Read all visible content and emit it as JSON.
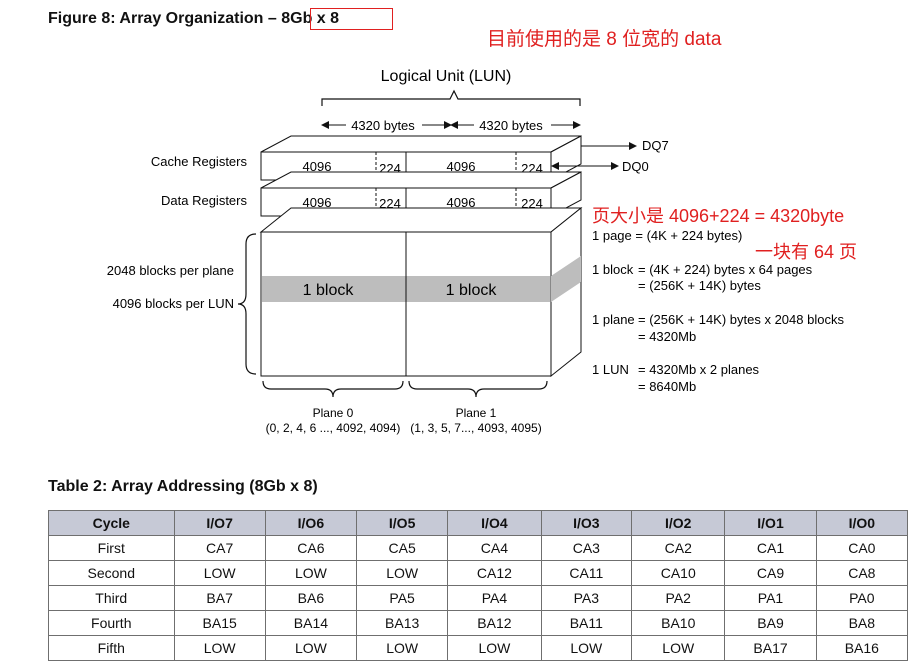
{
  "figure": {
    "title": "Figure 8: Array Organization – ",
    "title_highlight": "8Gb x 8",
    "lun_label": "Logical Unit (LUN)",
    "bytes_left": "4320 bytes",
    "bytes_right": "4320 bytes",
    "dq7": "DQ7",
    "dq0": "DQ0",
    "cache_registers": "Cache Registers",
    "data_registers": "Data Registers",
    "cell_main": "4096",
    "cell_spare": "224",
    "blocks_per_plane": "2048 blocks per plane",
    "blocks_per_lun": "4096 blocks per LUN",
    "block_label": "1 block",
    "plane0_name": "Plane 0",
    "plane0_blocks": "(0, 2, 4, 6 ..., 4092, 4094)",
    "plane1_name": "Plane 1",
    "plane1_blocks": "(1, 3, 5, 7..., 4093, 4095)",
    "eq": {
      "page": "1 page = (4K + 224 bytes)",
      "block_key": "1 block",
      "block_1": "= (4K + 224) bytes x 64 pages",
      "block_2": "= (256K + 14K) bytes",
      "plane_key": "1 plane",
      "plane_1": "= (256K + 14K) bytes x 2048 blocks",
      "plane_2": "= 4320Mb",
      "lun_key": "1 LUN",
      "lun_1": "= 4320Mb x 2 planes",
      "lun_2": "= 8640Mb"
    }
  },
  "annotations": {
    "top": "目前使用的是 8 位宽的 data",
    "page_size": "页大小是 4096+224 = 4320byte",
    "block_pages": "一块有 64 页"
  },
  "table": {
    "title": "Table 2: Array Addressing (8Gb x 8)",
    "headers": [
      "Cycle",
      "I/O7",
      "I/O6",
      "I/O5",
      "I/O4",
      "I/O3",
      "I/O2",
      "I/O1",
      "I/O0"
    ],
    "rows": [
      [
        "First",
        "CA7",
        "CA6",
        "CA5",
        "CA4",
        "CA3",
        "CA2",
        "CA1",
        "CA0"
      ],
      [
        "Second",
        "LOW",
        "LOW",
        "LOW",
        "CA12",
        "CA11",
        "CA10",
        "CA9",
        "CA8"
      ],
      [
        "Third",
        "BA7",
        "BA6",
        "PA5",
        "PA4",
        "PA3",
        "PA2",
        "PA1",
        "PA0"
      ],
      [
        "Fourth",
        "BA15",
        "BA14",
        "BA13",
        "BA12",
        "BA11",
        "BA10",
        "BA9",
        "BA8"
      ],
      [
        "Fifth",
        "LOW",
        "LOW",
        "LOW",
        "LOW",
        "LOW",
        "LOW",
        "BA17",
        "BA16"
      ]
    ]
  }
}
